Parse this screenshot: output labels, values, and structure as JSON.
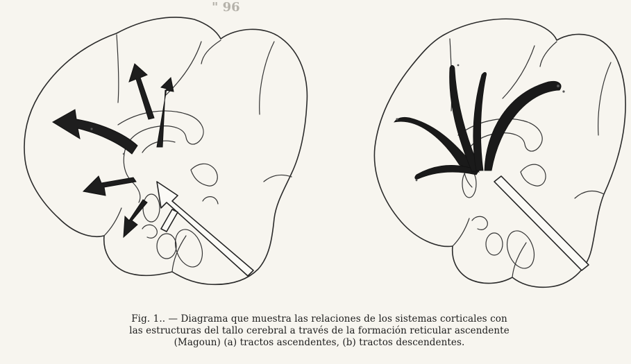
{
  "header": {
    "page_mark": "\" 96"
  },
  "caption": {
    "line1": "Fig. 1.. — Diagrama que muestra las relaciones de los sistemas corticales con",
    "line2": "las estructuras del tallo cerebral a través de la formación reticular ascendente",
    "line3": "(Magoun) (a) tractos ascendentes, (b) tractos descendentes."
  }
}
